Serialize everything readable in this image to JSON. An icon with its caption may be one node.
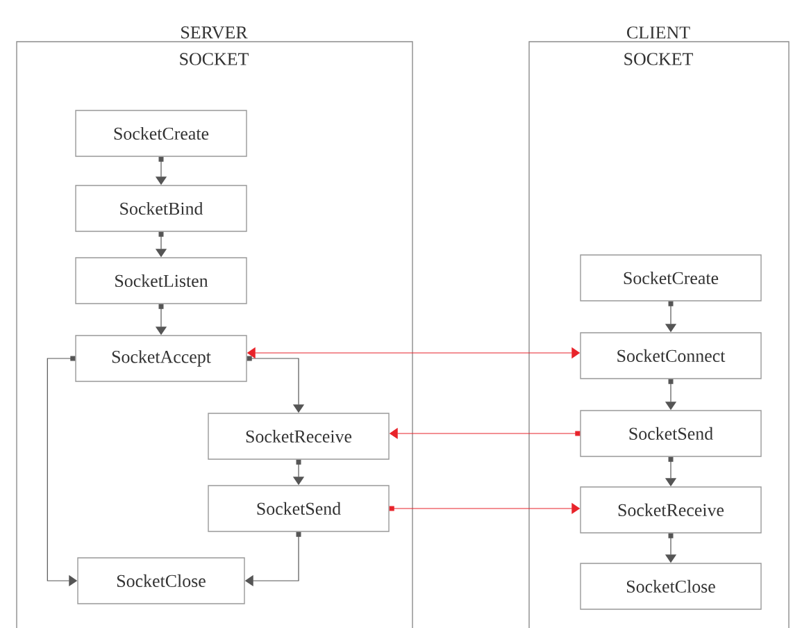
{
  "diagram": {
    "nodes": [
      {
        "text": [
          "SERVER",
          "SOCKET"
        ]
      },
      {
        "text": [
          "SocketCreate"
        ],
        "in": 0
      },
      {
        "text": [
          "SocketBind"
        ],
        "in": 0
      },
      {
        "text": [
          "SocketListen"
        ],
        "in": 0
      },
      {
        "text": [
          "SocketAccept"
        ],
        "in": 0
      },
      {
        "text": [
          "SocketReceive"
        ],
        "in": 0
      },
      {
        "text": [
          "SocketSend"
        ],
        "in": 0
      },
      {
        "text": [
          "SocketClose"
        ],
        "in": 0
      },
      {
        "text": [
          "CLIENT",
          "SOCKET"
        ]
      },
      {
        "text": [
          "SocketCreate"
        ],
        "in": 8
      },
      {
        "text": [
          "SocketConnect"
        ],
        "in": 8
      },
      {
        "text": [
          "SocketSend"
        ],
        "in": 8
      },
      {
        "text": [
          "SocketReceive"
        ],
        "in": 8
      },
      {
        "text": [
          "SocketClose"
        ],
        "in": 8
      }
    ],
    "edges": [
      {
        "from": 1,
        "to": 2,
        "arrow": "to"
      },
      {
        "from": 2,
        "to": 3,
        "arrow": "to"
      },
      {
        "from": 3,
        "to": 4,
        "arrow": "to"
      },
      {
        "from": 4,
        "to": 5,
        "arrow": "to"
      },
      {
        "from": 5,
        "to": 6,
        "arrow": "to"
      },
      {
        "from": 6,
        "to": 7,
        "arrow": "to"
      },
      {
        "from": 4,
        "to": 7,
        "arrow": "to"
      },
      {
        "from": 9,
        "to": 10,
        "arrow": "to"
      },
      {
        "from": 10,
        "to": 11,
        "arrow": "to"
      },
      {
        "from": 11,
        "to": 12,
        "arrow": "to"
      },
      {
        "from": 12,
        "to": 13,
        "arrow": "to"
      },
      {
        "from": 4,
        "to": 10,
        "arrow": "both",
        "color": "#e8232a"
      },
      {
        "from": 11,
        "to": 5,
        "arrow": "to",
        "color": "#e8232a"
      },
      {
        "from": 6,
        "to": 12,
        "arrow": "to",
        "color": "#e8232a"
      }
    ]
  }
}
